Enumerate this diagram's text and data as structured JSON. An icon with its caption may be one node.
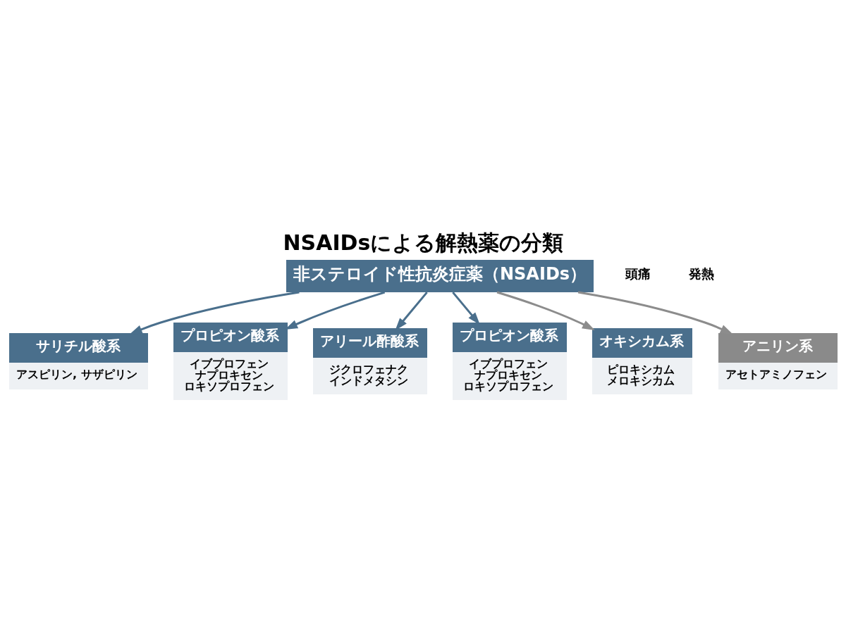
{
  "diagram": {
    "title": "NSAIDsによる解熱薬の分類",
    "nodes": [
      {
        "text": [
          "非ステロイド性抗炎症薬（NSAIDs）"
        ]
      },
      {
        "text": [
          "サリチル酸系",
          "アスピリン, サザピリン"
        ]
      },
      {
        "text": [
          "プロピオン酸系",
          "イブプロフェン",
          "ナプロキセン",
          "ロキソプロフェン"
        ]
      },
      {
        "text": [
          "アリール酢酸系",
          "ジクロフェナク",
          "インドメタシン"
        ]
      },
      {
        "text": [
          "プロピオン酸系",
          "イブプロフェン",
          "ナプロキセン",
          "ロキソプロフェン"
        ]
      },
      {
        "text": [
          "オキシカム系",
          "ピロキシカム",
          "メロキシカム"
        ]
      },
      {
        "text": [
          "アニリン系",
          "アセトアミノフェン"
        ]
      }
    ],
    "edges": [
      {
        "from": 0,
        "to": 1,
        "arrow": "to"
      },
      {
        "from": 0,
        "to": 2,
        "arrow": "to"
      },
      {
        "from": 0,
        "to": 3,
        "arrow": "to"
      },
      {
        "from": 0,
        "to": 4,
        "arrow": "to"
      },
      {
        "from": 0,
        "to": 5,
        "arrow": "to",
        "color": "#8c8c8c"
      },
      {
        "from": 0,
        "to": 6,
        "arrow": "to",
        "color": "#8c8c8c"
      }
    ],
    "labels": [
      "頭痛",
      "発熱"
    ]
  }
}
